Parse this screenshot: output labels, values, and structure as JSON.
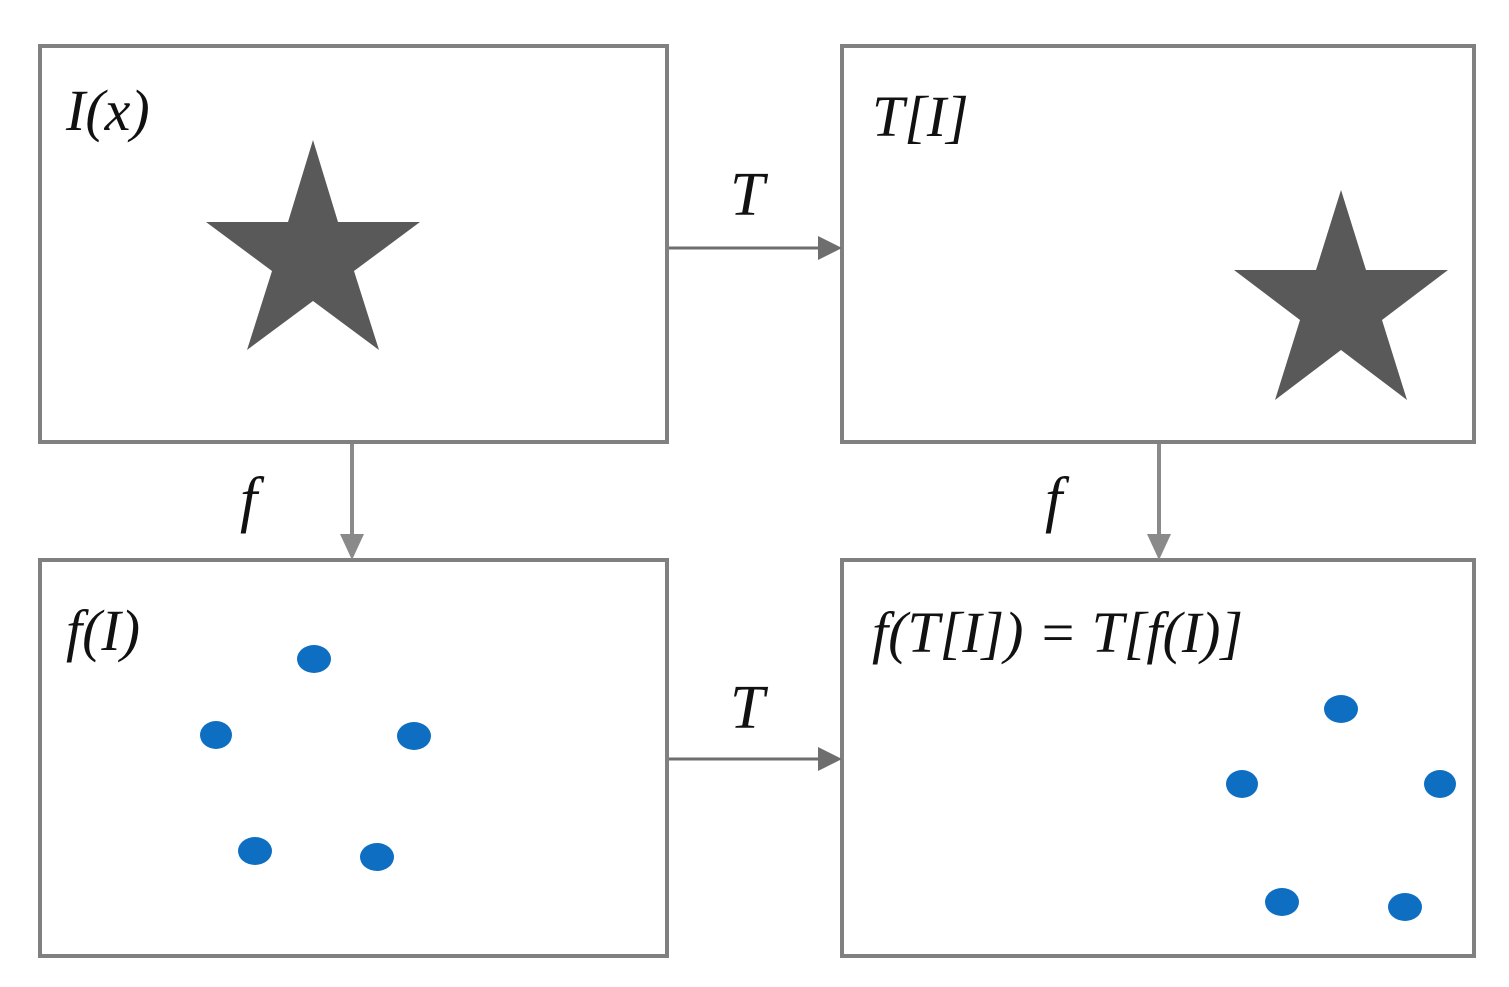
{
  "panels": {
    "input": {
      "label": "I(x)"
    },
    "transformed": {
      "label": "T[I]"
    },
    "features": {
      "label": "f(I)"
    },
    "equivariance": {
      "label": "f(T[I]) = T[f(I)]"
    }
  },
  "arrows": {
    "top_transform": {
      "label": "T"
    },
    "bottom_transform": {
      "label": "T"
    },
    "left_feature": {
      "label": "f"
    },
    "right_feature": {
      "label": "f"
    }
  },
  "colors": {
    "star": "#595959",
    "dot": "#0e6fc2",
    "box_border": "#808080",
    "arrow": "#6e6e6e"
  },
  "icons": {
    "star": "star-icon",
    "dot": "keypoint-dot"
  }
}
